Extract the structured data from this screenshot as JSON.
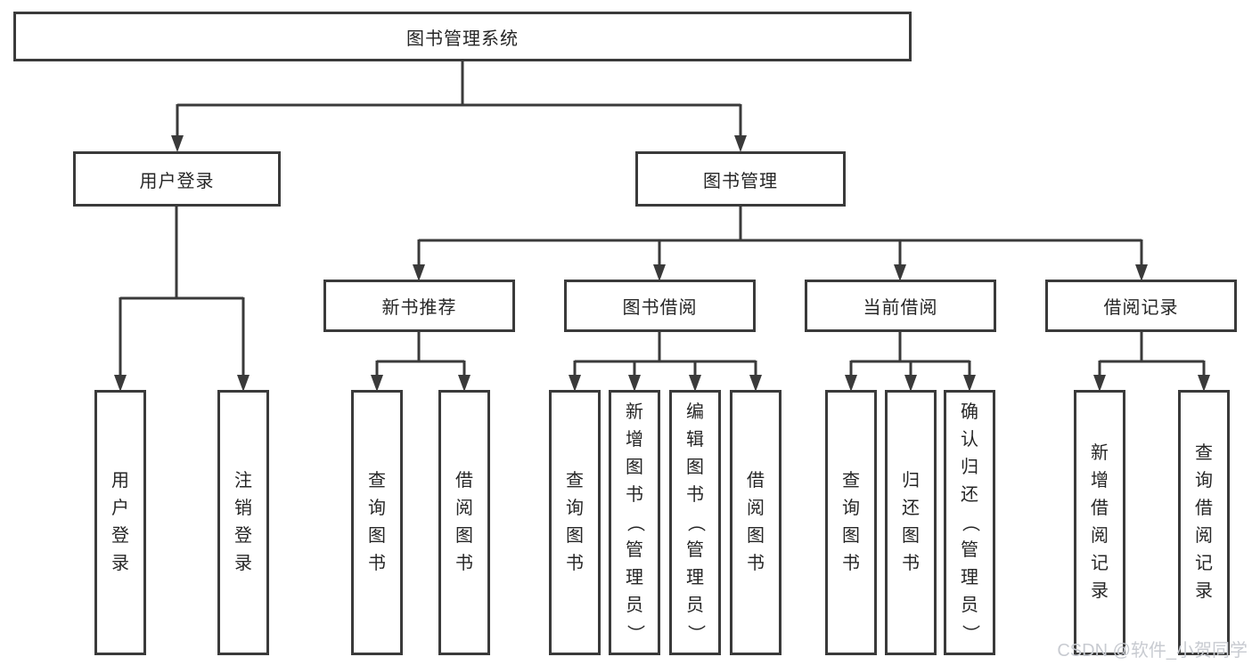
{
  "diagram": {
    "root": {
      "label": "图书管理系统"
    },
    "branches": [
      {
        "label": "用户登录",
        "children": [
          {
            "label": "用户登录"
          },
          {
            "label": "注销登录"
          }
        ]
      },
      {
        "label": "图书管理",
        "children": [
          {
            "label": "新书推荐",
            "children": [
              {
                "label": "查询图书"
              },
              {
                "label": "借阅图书"
              }
            ]
          },
          {
            "label": "图书借阅",
            "children": [
              {
                "label": "查询图书"
              },
              {
                "label": "新增图书（管理员）"
              },
              {
                "label": "编辑图书（管理员）"
              },
              {
                "label": "借阅图书"
              }
            ]
          },
          {
            "label": "当前借阅",
            "children": [
              {
                "label": "查询图书"
              },
              {
                "label": "归还图书"
              },
              {
                "label": "确认归还（管理员）"
              }
            ]
          },
          {
            "label": "借阅记录",
            "children": [
              {
                "label": "新增借阅记录"
              },
              {
                "label": "查询借阅记录"
              }
            ]
          }
        ]
      }
    ]
  },
  "watermark": {
    "text": "CSDN @软件_小贺同学"
  },
  "colors": {
    "line": "#3a3a3a",
    "border": "#3a3a3a",
    "text": "#262626",
    "background": "#ffffff",
    "watermark": "#c8cbd1"
  }
}
